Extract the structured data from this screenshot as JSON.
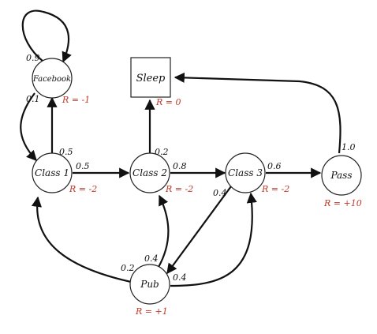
{
  "colors": {
    "reward": "#c0392b",
    "edge": "#111111",
    "node_stroke": "#222222"
  },
  "states": {
    "facebook": {
      "label": "Facebook",
      "reward": "R = -1"
    },
    "sleep": {
      "label": "Sleep",
      "reward": "R = 0"
    },
    "class1": {
      "label": "Class 1",
      "reward": "R = -2"
    },
    "class2": {
      "label": "Class 2",
      "reward": "R = -2"
    },
    "class3": {
      "label": "Class 3",
      "reward": "R = -2"
    },
    "pass": {
      "label": "Pass",
      "reward": "R = +10"
    },
    "pub": {
      "label": "Pub",
      "reward": "R = +1"
    }
  },
  "transitions": {
    "facebook_facebook": "0.9",
    "facebook_class1": "0.1",
    "class1_facebook": "0.5",
    "class1_class2": "0.5",
    "class2_sleep": "0.2",
    "class2_class3": "0.8",
    "class3_pass": "0.6",
    "class3_pub": "0.4",
    "pass_sleep": "1.0",
    "pub_class1": "0.2",
    "pub_class2": "0.4",
    "pub_class3": "0.4"
  }
}
